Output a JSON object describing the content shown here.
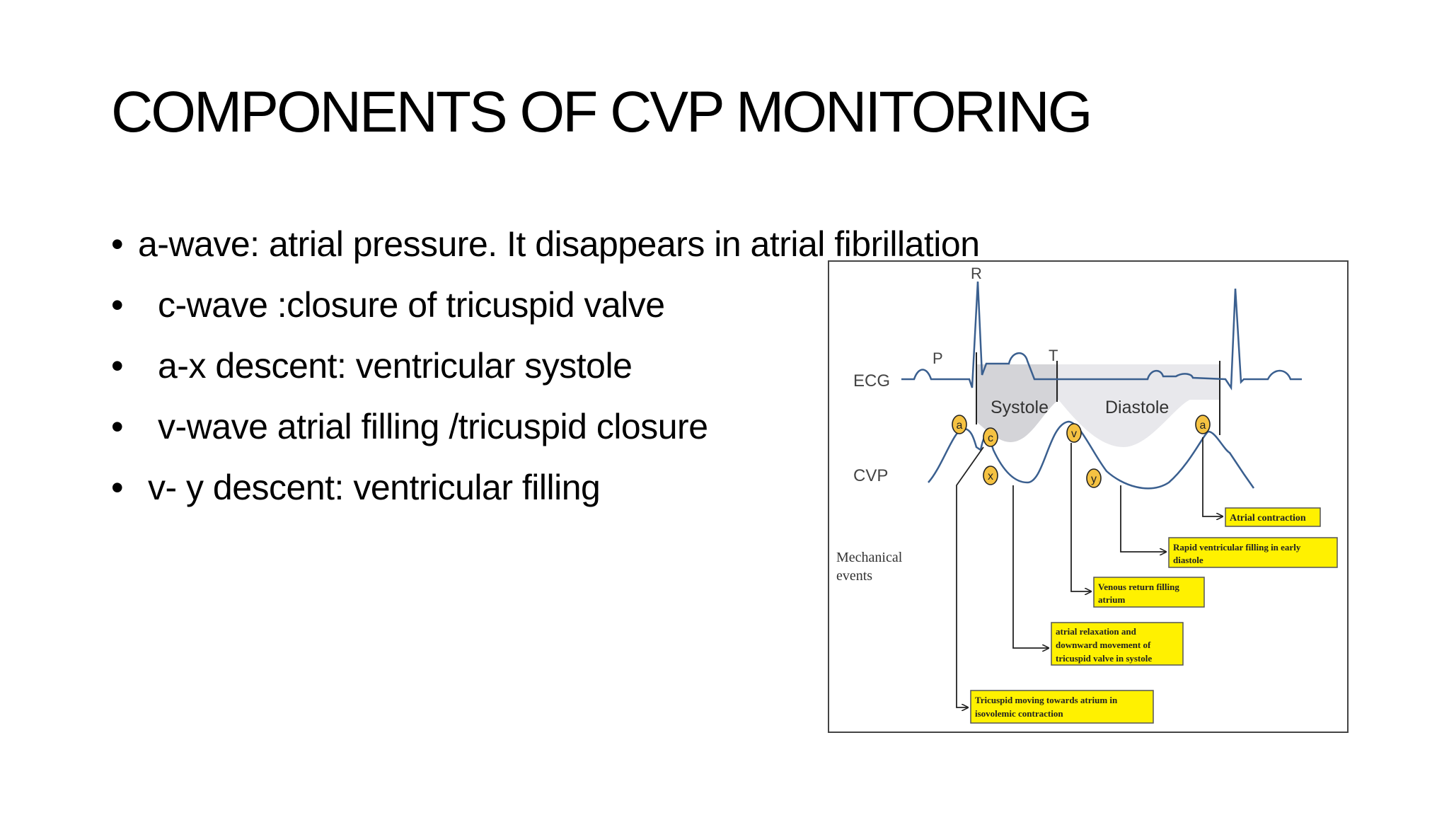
{
  "slide": {
    "title": "COMPONENTS OF CVP MONITORING",
    "bullets": [
      {
        "marker": "•",
        "text": "a-wave: atrial pressure. It disappears in atrial fibrillation"
      },
      {
        "marker": "•",
        "text": "c-wave :closure of tricuspid valve"
      },
      {
        "marker": "•",
        "text": "a-x descent: ventricular systole"
      },
      {
        "marker": "•",
        "text": "v-wave atrial filling /tricuspid closure"
      },
      {
        "marker": "•",
        "text": "v- y descent: ventricular filling"
      }
    ]
  },
  "figure": {
    "ecg_label": "ECG",
    "cvp_label": "CVP",
    "mechanical_label_line1": "Mechanical",
    "mechanical_label_line2": "events",
    "peak_p": "P",
    "peak_r": "R",
    "peak_t": "T",
    "phase_systole": "Systole",
    "phase_diastole": "Diastole",
    "marker_a": "a",
    "marker_c": "c",
    "marker_v": "v",
    "marker_x": "x",
    "marker_y": "y",
    "marker_a2": "a",
    "box_atrial_contraction": "Atrial contraction",
    "box_rapid_filling_1": "Rapid ventricular filling in early",
    "box_rapid_filling_2": "diastole",
    "box_venous_return_1": "Venous return filling",
    "box_venous_return_2": "atrium",
    "box_atrial_relaxation_1": "atrial relaxation and",
    "box_atrial_relaxation_2": "downward movement of",
    "box_atrial_relaxation_3": "tricuspid valve in systole",
    "box_tricuspid_moving_1": "Tricuspid moving towards atrium in",
    "box_tricuspid_moving_2": "isovolemic contraction",
    "colors": {
      "label_fill": "#fff100",
      "marker_fill": "#f5c242",
      "shade": "#d4d4d8",
      "shade_light": "#e8e8ec"
    }
  }
}
